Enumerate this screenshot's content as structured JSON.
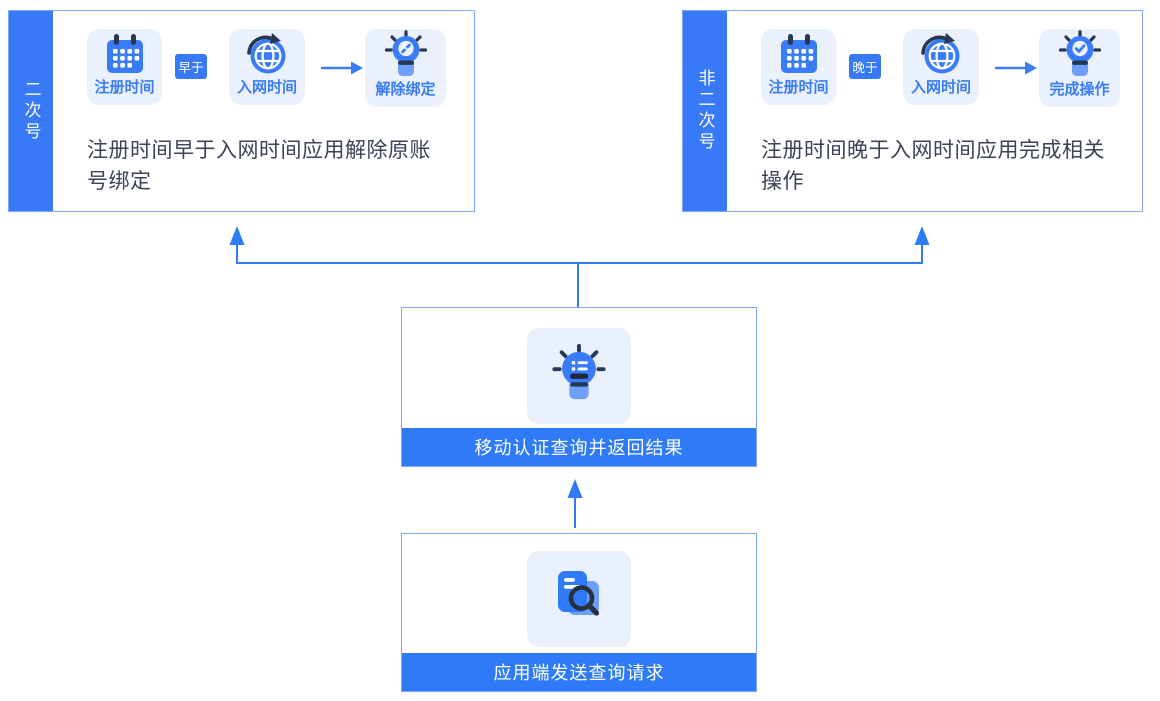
{
  "palette": {
    "primary_blue": "#3779F7",
    "banner_blue": "#2F7BF7",
    "icon_blue": "#3A7CF8",
    "light_blue": "#6FA0F9",
    "tile_bg": "#EAF1FD",
    "border_blue": "#7EA7F9",
    "dark_navy": "#273853",
    "text_dark": "#3C4358"
  },
  "branches": {
    "left": {
      "side_label": "二次号",
      "relation_badge": "早于",
      "steps": [
        {
          "name": "registration-time",
          "icon": "calendar-icon",
          "label": "注册时间"
        },
        {
          "name": "network-entry-time",
          "icon": "globe-arrow-icon",
          "label": "入网时间"
        },
        {
          "name": "unbind-action",
          "icon": "bulb-unlink-icon",
          "label": "解除绑定"
        }
      ],
      "description": "注册时间早于入网时间应用解除原账号绑定"
    },
    "right": {
      "side_label": "非二次号",
      "relation_badge": "晚于",
      "steps": [
        {
          "name": "registration-time",
          "icon": "calendar-icon",
          "label": "注册时间"
        },
        {
          "name": "network-entry-time",
          "icon": "globe-arrow-icon",
          "label": "入网时间"
        },
        {
          "name": "complete-action",
          "icon": "bulb-check-icon",
          "label": "完成操作"
        }
      ],
      "description": "注册时间晚于入网时间应用完成相关操作"
    }
  },
  "nodes": {
    "query_result": {
      "icon": "bulb-list-icon",
      "label": "移动认证查询并返回结果"
    },
    "query_request": {
      "icon": "document-search-icon",
      "label": "应用端发送查询请求"
    }
  }
}
